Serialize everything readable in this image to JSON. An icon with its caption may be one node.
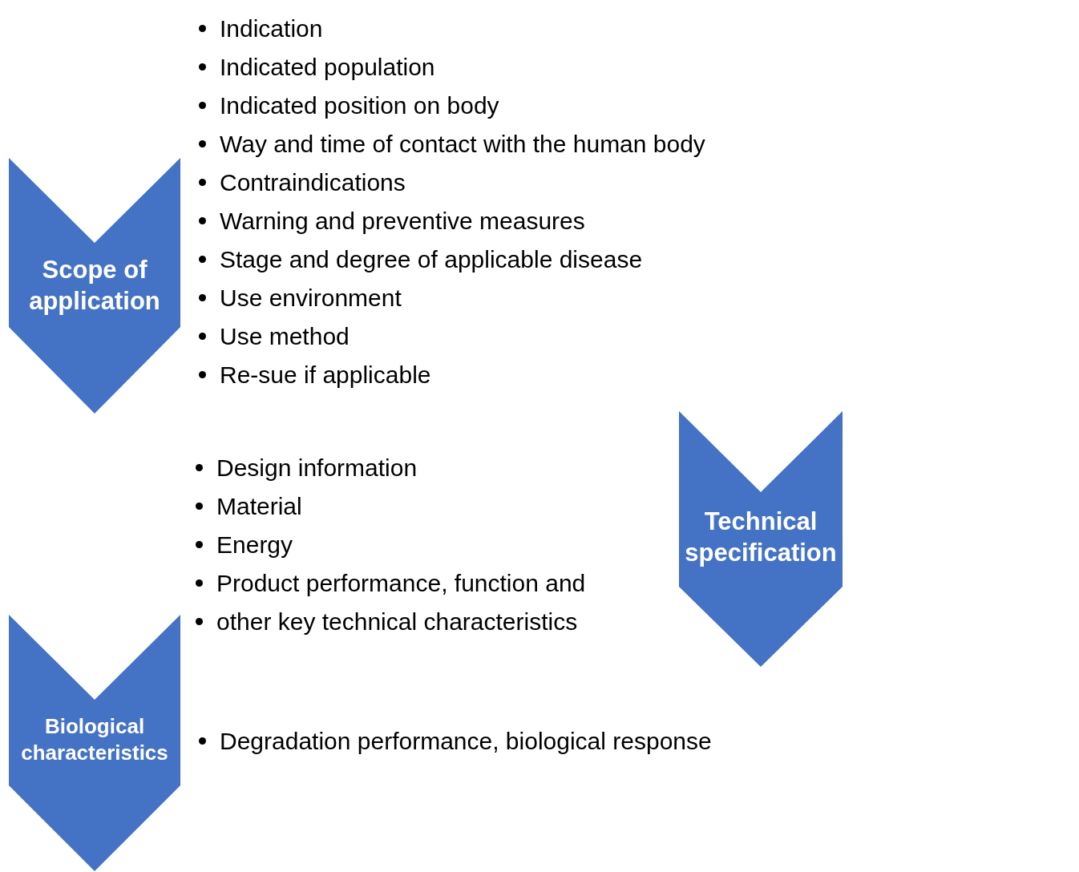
{
  "diagram": {
    "nodes": [
      {
        "text": [
          "Scope of application"
        ],
        "beside": [
          "Indication",
          "Indicated population",
          "Indicated position on body",
          "Way and time of contact with the human body",
          "Contraindications",
          "Warning and preventive measures",
          "Stage and degree of applicable disease",
          "Use environment",
          "Use method",
          "Re-sue if applicable"
        ]
      },
      {
        "text": [
          "Technical specification"
        ],
        "beside": [
          "Design information",
          "Material",
          "Energy",
          "Product performance, function and",
          "other key technical characteristics"
        ]
      },
      {
        "text": [
          "Biological characteristics"
        ],
        "beside": [
          "Degradation performance, biological response"
        ]
      }
    ]
  }
}
